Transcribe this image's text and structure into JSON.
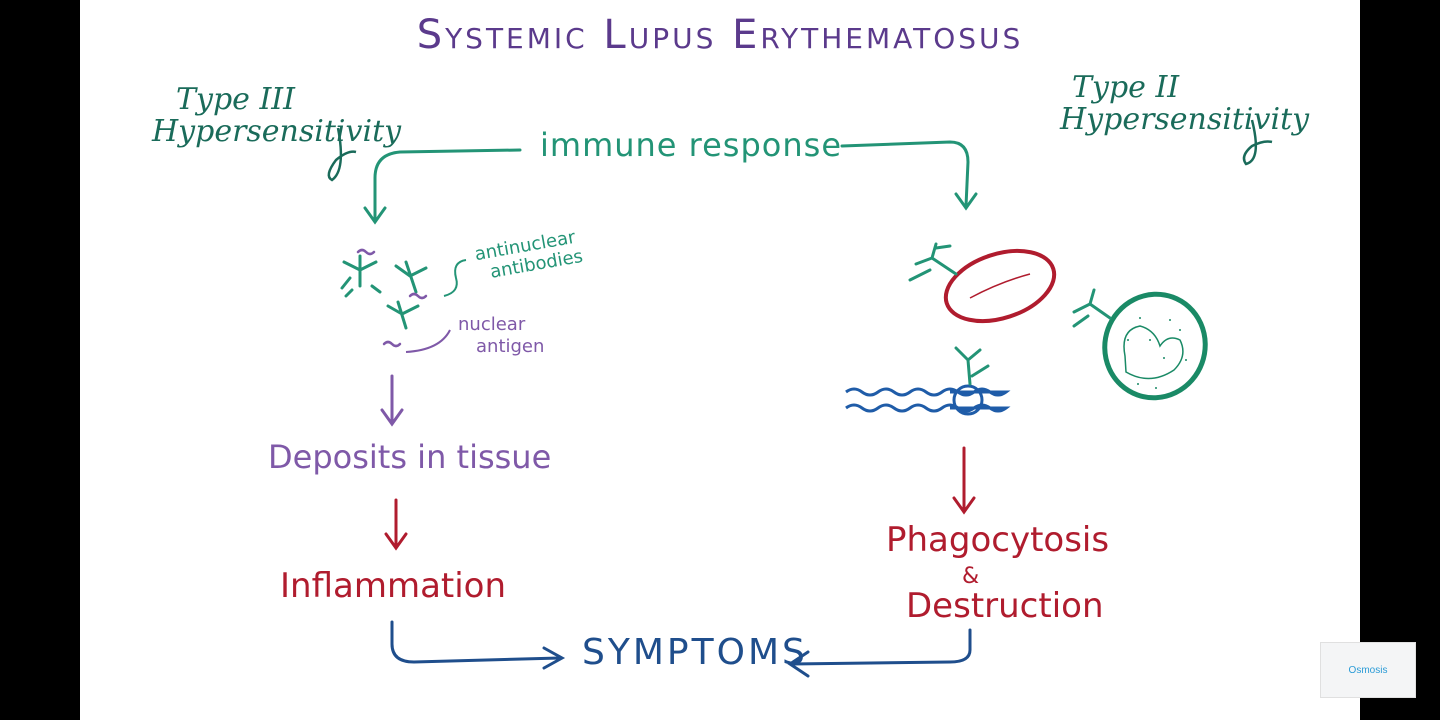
{
  "title": "Systemic Lupus Erythematosus",
  "type3": {
    "line1": "Type III",
    "line2": "Hypersensitivity"
  },
  "type2": {
    "line1": "Type II",
    "line2": "Hypersensitivity"
  },
  "immune_response": "immune response",
  "antinuclear": {
    "line1": "antinuclear",
    "line2": "antibodies"
  },
  "nuclear_antigen": {
    "line1": "nuclear",
    "line2": "antigen"
  },
  "deposits": "Deposits in tissue",
  "inflammation": "Inflammation",
  "phagocytosis": "Phagocytosis",
  "ampersand": "&",
  "destruction": "Destruction",
  "symptoms": "SYMPTOMS",
  "watermark": "Osmosis",
  "colors": {
    "purple": "#5b3a8c",
    "teal": "#239476",
    "red": "#b01c2e",
    "navy": "#1f4e8c"
  }
}
